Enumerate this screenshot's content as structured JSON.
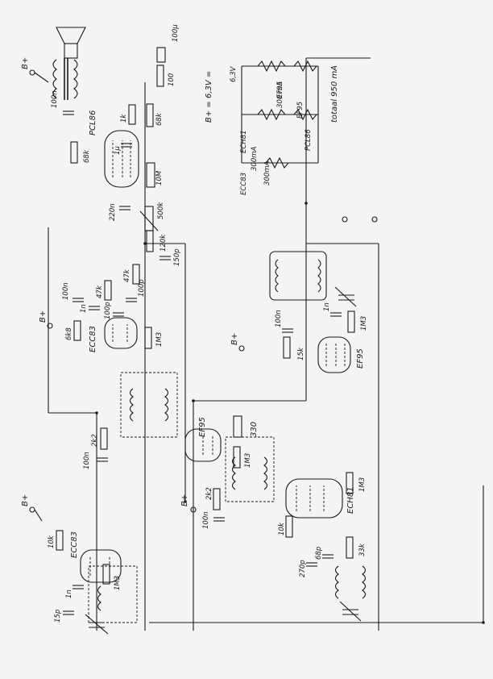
{
  "page": {
    "background": "#f4f4f2",
    "ink": "#1a1a1a"
  },
  "supply": {
    "b_plus": "B+",
    "filament_formula": "B+ = 6,3V =",
    "filament_voltage": "6,3V",
    "filament_current": "totaal 950 mA",
    "tubes": [
      {
        "name": "EF95",
        "current": "300 mA"
      },
      {
        "name": "EF95",
        "current": "300 mA"
      },
      {
        "name": "PCL86",
        "current": ""
      },
      {
        "name": "ECH81",
        "current": "300mA"
      },
      {
        "name": "ECC83",
        "current": "300mA"
      }
    ]
  },
  "tubes": {
    "pcl86": "PCL86",
    "ecc83_top": "ECC83",
    "ef95_if": "EF95",
    "ef95_right": "EF95",
    "ech81": "ECH81",
    "ecc83_left": "ECC83"
  },
  "components": {
    "c_100u": "100µ",
    "r_100": "100",
    "r_1k": "1k",
    "r_68k_a": "68k",
    "c_1u": "1µ",
    "c_100n_a": "100n",
    "r_68k_b": "68k",
    "r_10M": "10M",
    "c_220n": "220n",
    "r_500k": "500k",
    "r_120k": "120k",
    "c_150p": "150p",
    "r_47k_a": "47k",
    "r_47k_b": "47k",
    "c_100p": "100p",
    "c_100p_b": "100p",
    "c_1n_a": "1n",
    "c_100n_b": "100n",
    "r_6k8": "6k8",
    "r_1M3_a": "1M3",
    "r_2k2_a": "2k2",
    "c_100n_c": "100n",
    "r_330": "330",
    "r_1M3_b": "1M3",
    "c_100n_d": "100n",
    "r_15k": "15k",
    "c_1n_b": "1n",
    "r_1M3_c": "1M3",
    "r_2k2_b": "2k2",
    "c_100n_e": "100n",
    "r_1M3_d": "1M3",
    "r_10k_a": "10k",
    "c_270p": "270p",
    "c_68p": "68p",
    "r_33k": "33k",
    "r_10k_b": "10k",
    "c_1n_c": "1n",
    "r_1M3_e": "1M3",
    "c_15p": "15p"
  }
}
